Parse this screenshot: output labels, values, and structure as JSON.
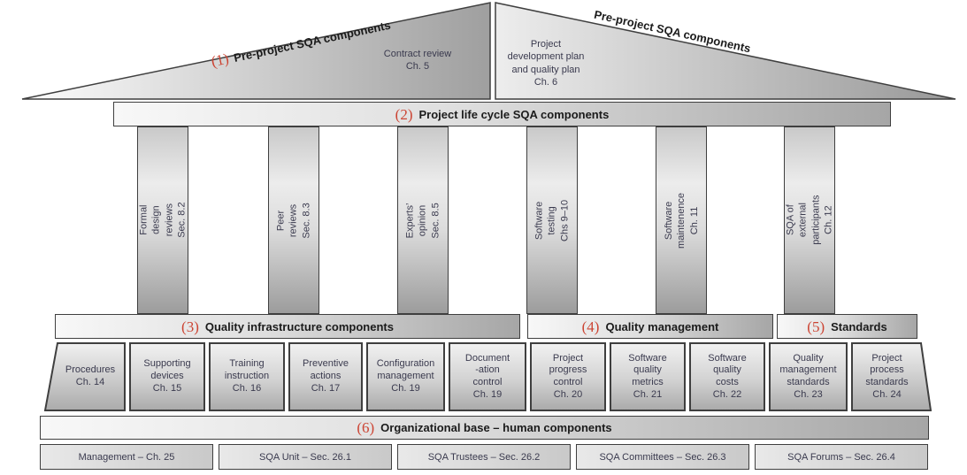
{
  "colors": {
    "accent_red": "#cc4433",
    "text": "#3a3a4e",
    "border": "#3f3f3f"
  },
  "roof": {
    "left": {
      "num": "(1)",
      "label": "Pre-project SQA components",
      "box": "Contract review\nCh. 5"
    },
    "right": {
      "label": "Pre-project SQA components",
      "box": "Project\ndevelopment plan\nand quality plan\nCh. 6"
    }
  },
  "beam": {
    "num": "(2)",
    "label": "Project life cycle SQA components"
  },
  "pillars": [
    {
      "label": "Formal design reviews\nSec. 8.2"
    },
    {
      "label": "Peer reviews\nSec. 8.3"
    },
    {
      "label": "Experts’ opinion\nSec. 8.5"
    },
    {
      "label": "Software testing\nChs 9–10"
    },
    {
      "label": "Software maintenence\nCh. 11"
    },
    {
      "label": "SQA of external participants\nCh. 12"
    }
  ],
  "bands": [
    {
      "num": "(3)",
      "label": "Quality infrastructure components"
    },
    {
      "num": "(4)",
      "label": "Quality management"
    },
    {
      "num": "(5)",
      "label": "Standards"
    }
  ],
  "cells": [
    {
      "label": "Procedures\nCh. 14"
    },
    {
      "label": "Supporting\ndevices\nCh. 15"
    },
    {
      "label": "Training\ninstruction\nCh. 16"
    },
    {
      "label": "Preventive\nactions\nCh. 17"
    },
    {
      "label": "Configuration\nmanagement\nCh. 19"
    },
    {
      "label": "Document\n-ation\ncontrol\nCh. 19"
    },
    {
      "label": "Project\nprogress\ncontrol\nCh. 20"
    },
    {
      "label": "Software\nquality\nmetrics\nCh. 21"
    },
    {
      "label": "Software\nquality\ncosts\nCh. 22"
    },
    {
      "label": "Quality\nmanagement\nstandards\nCh. 23"
    },
    {
      "label": "Project\nprocess\nstandards\nCh. 24"
    }
  ],
  "base_band": {
    "num": "(6)",
    "label": "Organizational base – human components"
  },
  "base_cells": [
    {
      "label": "Management – Ch. 25"
    },
    {
      "label": "SQA Unit – Sec. 26.1"
    },
    {
      "label": "SQA Trustees – Sec. 26.2"
    },
    {
      "label": "SQA Committees – Sec. 26.3"
    },
    {
      "label": "SQA Forums – Sec. 26.4"
    }
  ]
}
